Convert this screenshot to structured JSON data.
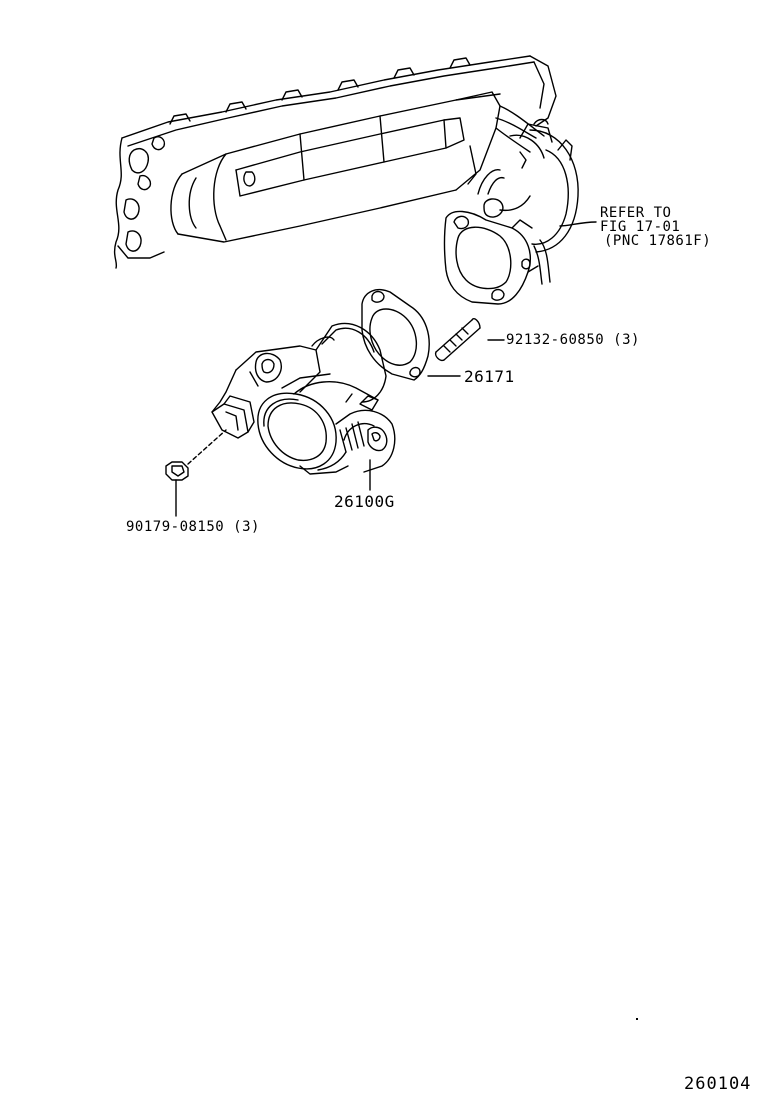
{
  "callouts": {
    "refer_line1": "REFER TO",
    "refer_line2": "FIG 17-01",
    "refer_line3": "(PNC 17861F)",
    "stud_bolt": "92132-60850 (3)",
    "gasket": "26171",
    "throttle_body": "26100G",
    "nut": "90179-08150 (3)"
  },
  "figure_code": "260104",
  "colors": {
    "line": "#000000",
    "background": "#ffffff"
  }
}
